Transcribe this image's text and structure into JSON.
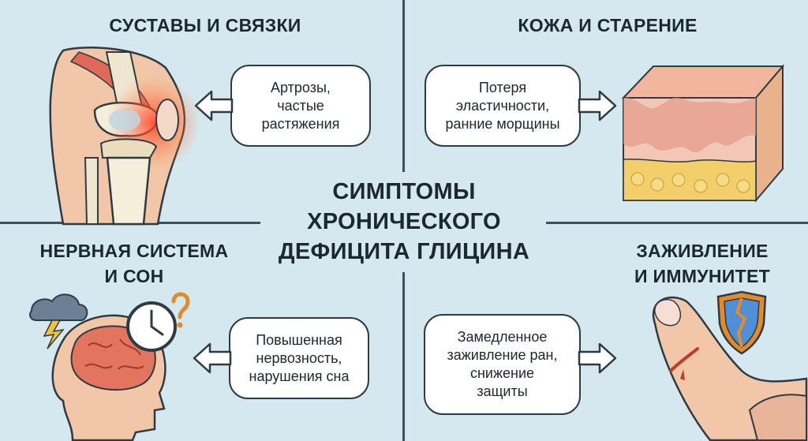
{
  "center_title": "СИМПТОМЫ\nХРОНИЧЕСКОГО\nДЕФИЦИТА ГЛИЦИНА",
  "sections": {
    "joints": {
      "title": "СУСТАВЫ И СВЯЗКИ",
      "symptom": "Артрозы,\nчастые\nрастяжения",
      "icon": "knee-joint-icon"
    },
    "skin": {
      "title": "КОЖА И СТАРЕНИЕ",
      "symptom": "Потеря\nэластичности,\nранние морщины",
      "icon": "skin-layers-icon"
    },
    "nervous": {
      "title": "НЕРВНАЯ СИСТЕМА\nИ СОН",
      "symptom": "Повышенная\nнервозность,\nнарушения сна",
      "icon": "brain-clock-icon"
    },
    "healing": {
      "title": "ЗАЖИВЛЕНИЕ\nИ ИММУНИТЕТ",
      "symptom": "Замедленное\nзаживление ран,\nснижение\nзащиты",
      "icon": "wounded-finger-icon"
    }
  },
  "colors": {
    "background": "#d6e8ef",
    "divider": "#3b4f5c",
    "inflammation": "#e8412b",
    "shield": "#e58a2a"
  }
}
